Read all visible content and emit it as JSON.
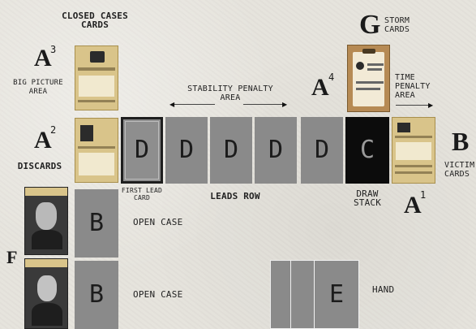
{
  "labels": {
    "closed_cases": "CLOSED CASES\nCARDS",
    "big_picture_area": "BIG PICTURE\nAREA",
    "discards": "DISCARDS",
    "stability_penalty_area": "STABILITY PENALTY\nAREA",
    "storm_cards": "STORM\nCARDS",
    "time_penalty_area": "TIME\nPENALTY\nAREA",
    "victim_cards": "VICTIM\nCARDS",
    "first_lead_card": "FIRST LEAD\nCARD",
    "leads_row": "LEADS ROW",
    "draw_stack": "DRAW\nSTACK",
    "open_case_1": "OPEN CASE",
    "open_case_2": "OPEN CASE",
    "hand": "HAND"
  },
  "zone_markers": {
    "a3_letter": "A",
    "a3_sup": "3",
    "a2_letter": "A",
    "a2_sup": "2",
    "a4_letter": "A",
    "a4_sup": "4",
    "a1_letter": "A",
    "a1_sup": "1",
    "g": "G",
    "b": "B",
    "f": "F"
  },
  "cards": {
    "first_lead": "D",
    "lead_1": "D",
    "lead_2": "D",
    "lead_3": "D",
    "lead_4": "D",
    "draw_stack": "C",
    "open_case_1": "B",
    "open_case_2": "B",
    "hand": "E"
  },
  "colors": {
    "table": "#e6e3dc",
    "card_grey": "#8a8a8a",
    "draw_stack": "#0c0c0c",
    "card_tan": "#d9c48a"
  }
}
